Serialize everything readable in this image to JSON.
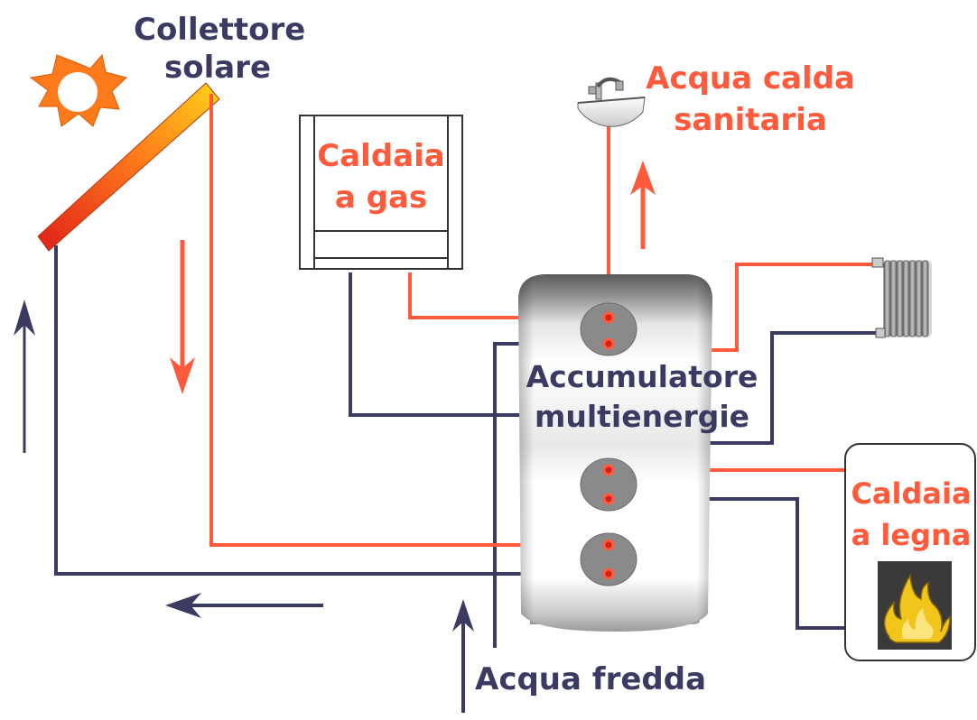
{
  "labels": {
    "collector_line1": "Collettore",
    "collector_line2": "solare",
    "hot_water_line1": "Acqua calda",
    "hot_water_line2": "sanitaria",
    "gas_boiler_line1": "Caldaia",
    "gas_boiler_line2": "a gas",
    "accumulator_line1": "Accumulatore",
    "accumulator_line2": "multienergie",
    "wood_boiler_line1": "Caldaia",
    "wood_boiler_line2": "a legna",
    "cold_water": "Acqua fredda"
  },
  "colors": {
    "hot_pipe": "#ff5a3c",
    "cold_pipe": "#3b3a62",
    "sun": "#ff7a1a",
    "label_dark": "#3b3a62",
    "label_red": "#ff5a3c",
    "fire_bg": "#3a3a3a",
    "fire": "#f2c51c"
  },
  "icons": [
    "sun-icon",
    "solar-collector-icon",
    "sink-icon",
    "radiator-icon",
    "fire-icon"
  ]
}
